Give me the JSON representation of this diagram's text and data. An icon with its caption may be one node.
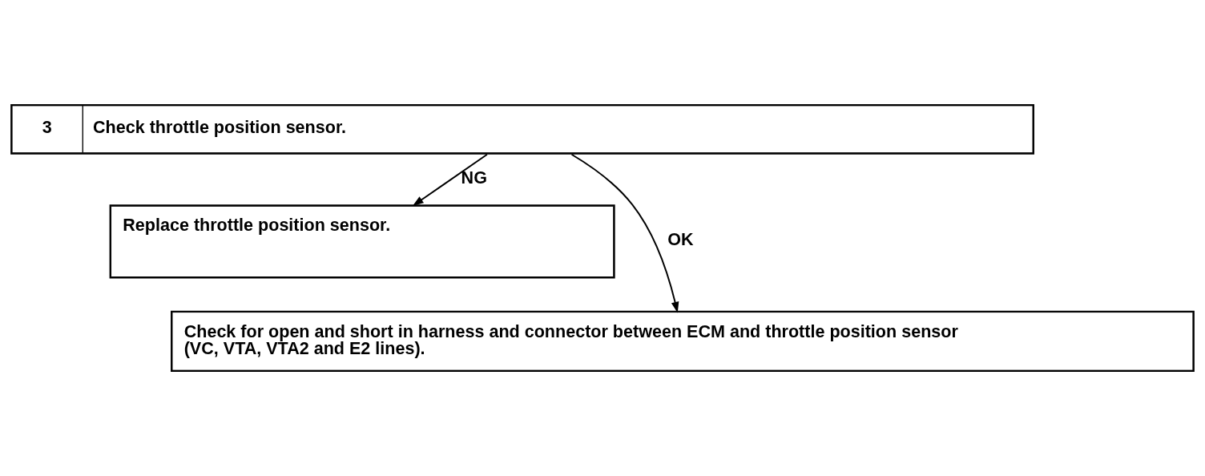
{
  "diagram": {
    "nodes": [
      {
        "text": [
          "3",
          "Check throttle position sensor."
        ]
      },
      {
        "text": [
          "Replace throttle position sensor."
        ]
      },
      {
        "text": [
          "Check for open and short in harness and connector between ECM and throttle position sensor (VC, VTA, VTA2 and E2 lines)."
        ]
      }
    ],
    "edges": [
      {
        "from": 0,
        "to": 1,
        "arrow": "to",
        "label": "NG"
      },
      {
        "from": 0,
        "to": 2,
        "arrow": "to",
        "label": "OK"
      }
    ]
  }
}
